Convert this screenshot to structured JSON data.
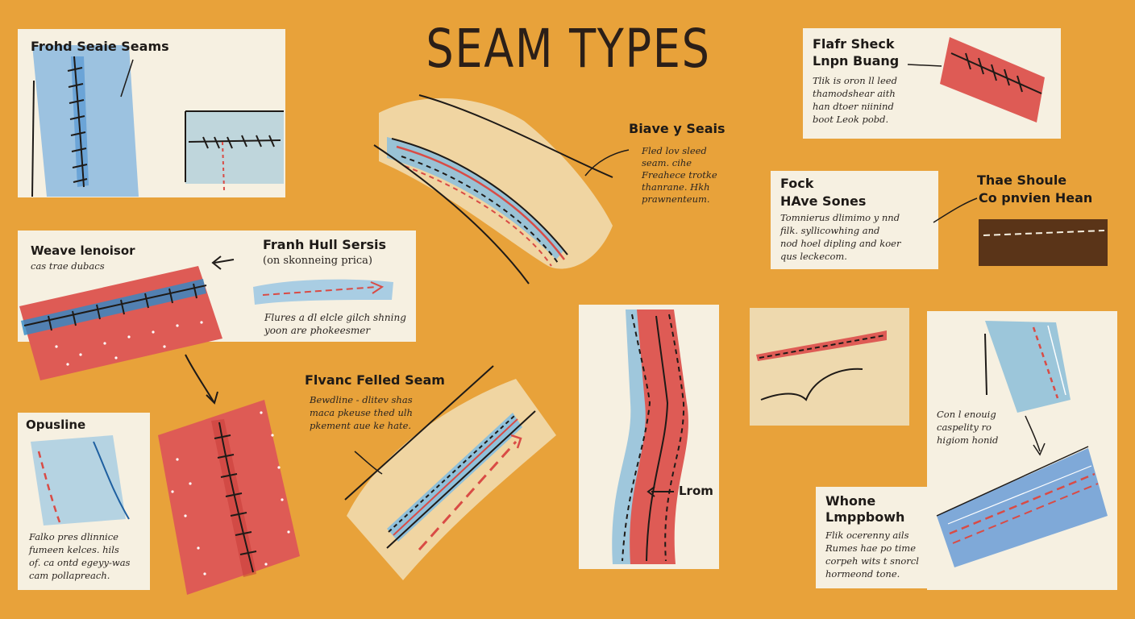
{
  "title": "SEAM TYPES",
  "colors": {
    "background": "#E8A23A",
    "card": "#F6F0E1",
    "fabric_red": "#DE5B55",
    "fabric_blue": "#8FC0DA",
    "fabric_brown": "#5A3418",
    "ink": "#1E1A17"
  },
  "panels": {
    "top_left": {
      "heading": "Frohd Seaie Seams"
    },
    "bias": {
      "heading": "Biave y Seais",
      "desc": "Fled lov sleed\nseam. cihe\nFreahece trotke\nthanrane. Hkh\nprawnenteum."
    },
    "flat": {
      "heading_1": "Flafr Sheck",
      "heading_2": "Lnpn Buang",
      "desc": "Tlik is oron ll leed\nthamodshear aith\nhan dtoer niinind\nboot Leok pobd."
    },
    "fock": {
      "heading_1": "Fock",
      "heading_2": "HAve Sones",
      "desc": "Tomnierus dlimimo y nnd\nfilk. syllicowhing and\nnod hoel dipling and koer\nqus leckecom."
    },
    "thae": {
      "heading_1": "Thae Shoule",
      "heading_2": "Co pnvien Hean"
    },
    "weave": {
      "heading": "Weave lenoisor",
      "subtext": "cas trae dubacs"
    },
    "frank": {
      "heading": "Franh Hull Sersis",
      "subheading": "(on skonneing prica)",
      "desc": "Flures a dl elcle gilch shning\nyoon are phokeesmer"
    },
    "opusline": {
      "heading": "Opusline",
      "desc": "Falko pres dlinnice\nfumeen kelces. hils\nof. ca ontd egeyy-was\ncam pollapreach."
    },
    "felled": {
      "heading": "Flvanc Felled Seam",
      "desc": "Bewdline - dlitev shas\nmaca pkeuse thed ulh\npkement aue ke hate."
    },
    "lrom": {
      "label": "Lrom"
    },
    "conl": {
      "desc": "Con l enouig\ncaspelity ro\nhigiom honid"
    },
    "whone": {
      "heading_1": "Whone",
      "heading_2": "Lmppbowh",
      "desc": "Flik ocerenny ails\nRumes hae po time\ncorpeh wits t snorcl\nhormeond tone."
    }
  }
}
